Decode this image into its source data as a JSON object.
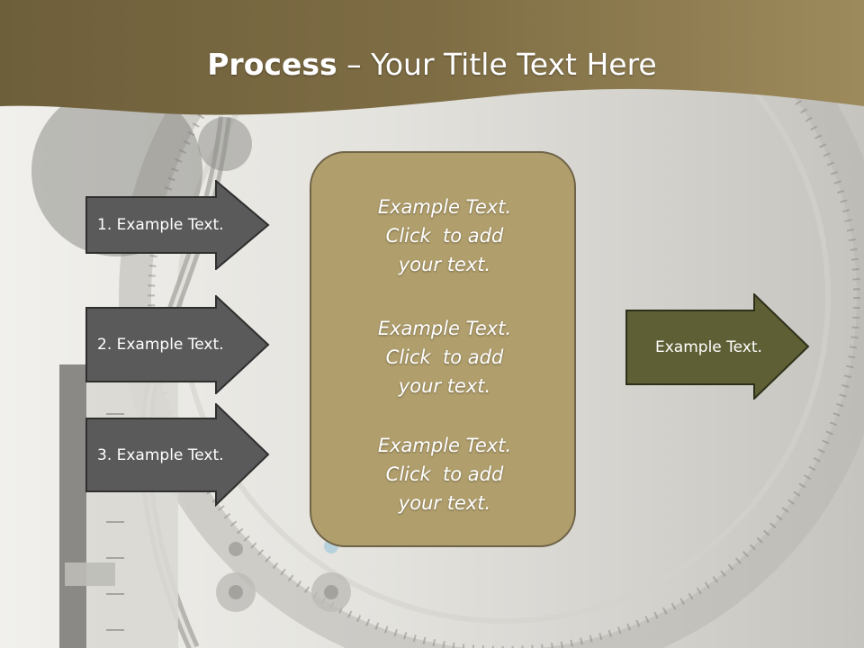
{
  "slide": {
    "title_bold": "Process",
    "title_rest": " – Your Title Text Here",
    "left_steps": [
      {
        "label": "1. Example Text."
      },
      {
        "label": "2. Example Text."
      },
      {
        "label": "3. Example Text."
      }
    ],
    "center_box": {
      "paragraphs": [
        {
          "line1": "Example Text.",
          "line2": "Click  to add",
          "line3": "your text."
        },
        {
          "line1": "Example Text.",
          "line2": "Click  to add",
          "line3": "your text."
        },
        {
          "line1": "Example Text.",
          "line2": "Click  to add",
          "line3": "your text."
        }
      ]
    },
    "right_arrow": {
      "label": "Example Text."
    },
    "colors": {
      "header_band": "#7d6c43",
      "step_arrow_fill": "#5a5a5a",
      "center_box_fill": "#b09e6c",
      "right_arrow_fill": "#5e5f34"
    }
  }
}
